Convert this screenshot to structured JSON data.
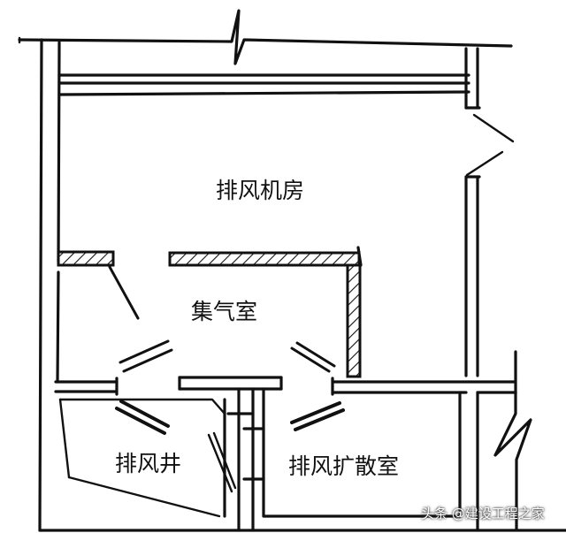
{
  "rooms": {
    "exhaust_fan_room": "排风机房",
    "plenum_chamber": "集气室",
    "exhaust_shaft": "排风井",
    "exhaust_diffusion_room": "排风扩散室"
  },
  "watermark": "头条 @建设工程之家"
}
